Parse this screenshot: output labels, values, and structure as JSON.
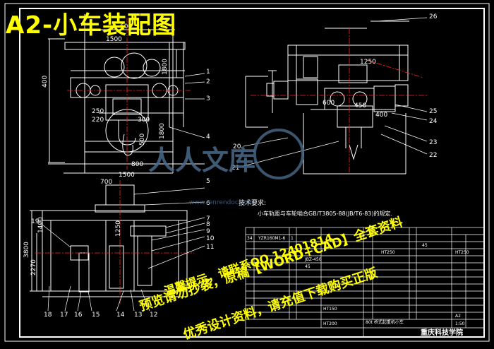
{
  "title": "A2-小车装配图",
  "dims": {
    "d600": "600",
    "d1500a": "1500",
    "d1800": "1800",
    "d400a": "400",
    "d250": "250",
    "d220": "220",
    "d300": "300",
    "d1800b": "1800",
    "d500": "500",
    "d800": "800",
    "d1500b": "1500",
    "d700": "700",
    "d1250": "1250",
    "d1400": "1400",
    "d3800": "3800",
    "d2270": "2270",
    "d1250b": "1250",
    "d600b": "600",
    "d400b": "400",
    "d450": "450"
  },
  "balloons": {
    "b1": "1",
    "b2": "2",
    "b3": "3",
    "b4": "4",
    "b5": "5",
    "b6": "6",
    "b7": "7",
    "b8": "8",
    "b9": "9",
    "b10": "10",
    "b11": "11",
    "b12": "12",
    "b13": "13",
    "b14": "14",
    "b15": "15",
    "b16": "16",
    "b17": "17",
    "b18": "18",
    "b19": "19",
    "b20": "20",
    "b21": "21",
    "b22": "22",
    "b23": "23",
    "b24": "24",
    "b25": "25",
    "b26": "26"
  },
  "tech": {
    "heading": "技术要求:",
    "line1": "小车轨距与车轮啮合GB/T3805-88(JB/T6-83)的规定."
  },
  "table": {
    "r1": [
      "34",
      "YZR160M1-6",
      "1",
      "45"
    ],
    "r2": [
      "",
      "HT250",
      "",
      "HT250"
    ],
    "r3": [
      "",
      "JBZ-450",
      "",
      "45"
    ],
    "school": "重庆科技学院",
    "name": "80t 桥式起重机小车",
    "scale": "1:50",
    "mat1": "HT150",
    "mat2": "HT200",
    "sheet": "A2"
  },
  "watermark": {
    "cn1": "人人文库",
    "url": "www.renrendoc.com",
    "promo1": "预览请勿抄袭，原稿【WORD+CAD】全套资料",
    "promo2": "温馨提示，请联系QQ 12401814",
    "promo3": "优秀设计资料，请充值下载购买正版"
  },
  "colors": {
    "background": "#000000",
    "lines": "#ffffff",
    "center": "#ff2020",
    "title": "#ffff00",
    "watermark": "#ffff00"
  }
}
